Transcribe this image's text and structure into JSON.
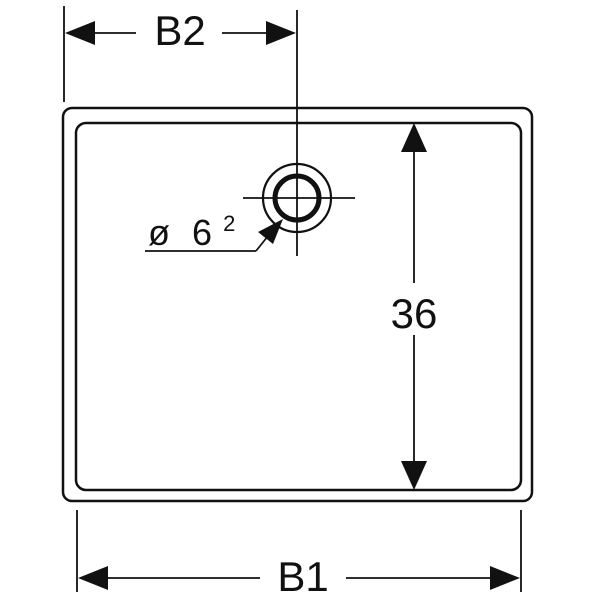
{
  "drawing": {
    "dimension_top": "B2",
    "dimension_bottom": "B1",
    "dimension_right": "36",
    "drain_symbol": "ø",
    "drain_value": "6",
    "drain_superscript": "2"
  },
  "colors": {
    "line": "#111111",
    "background": "#ffffff"
  }
}
